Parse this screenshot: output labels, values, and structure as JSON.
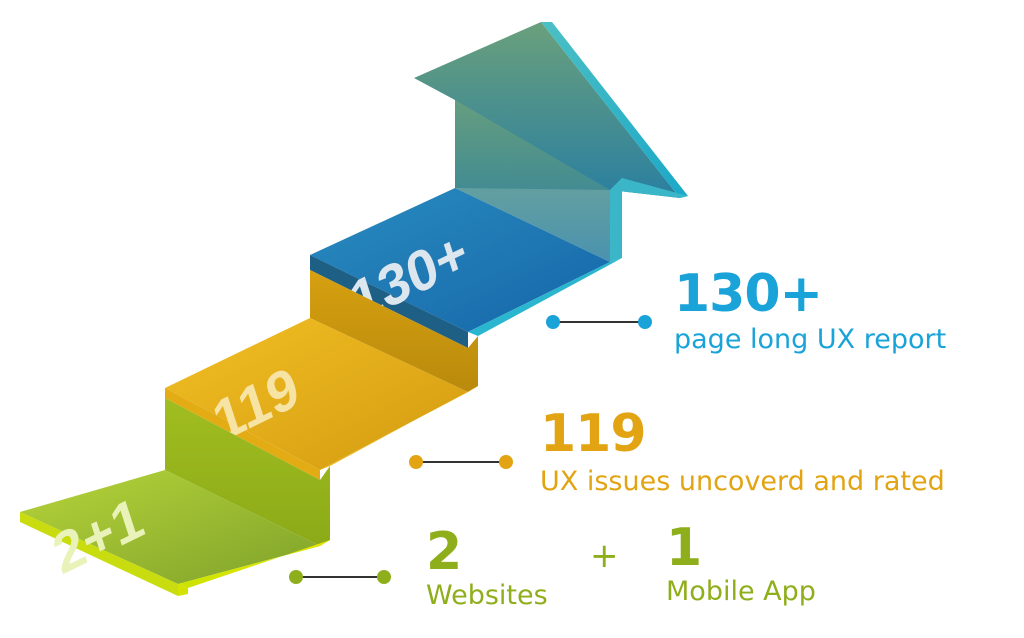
{
  "stairs": {
    "step_top_label": "130+",
    "step_mid_label": "119",
    "step_low_label": "2+1"
  },
  "stats": {
    "report": {
      "number": "130+",
      "label": "page long UX report",
      "color": "#1aa3d8"
    },
    "issues": {
      "number": "119",
      "label": "UX issues uncoverd and rated",
      "color": "#e2a412"
    },
    "websites": {
      "number": "2",
      "label": "Websites",
      "color": "#8fae1b"
    },
    "plus": "+",
    "mobile": {
      "number": "1",
      "label": "Mobile App",
      "color": "#8fae1b"
    }
  },
  "icons": [
    "up-arrow-icon",
    "connector-dot-icon"
  ]
}
